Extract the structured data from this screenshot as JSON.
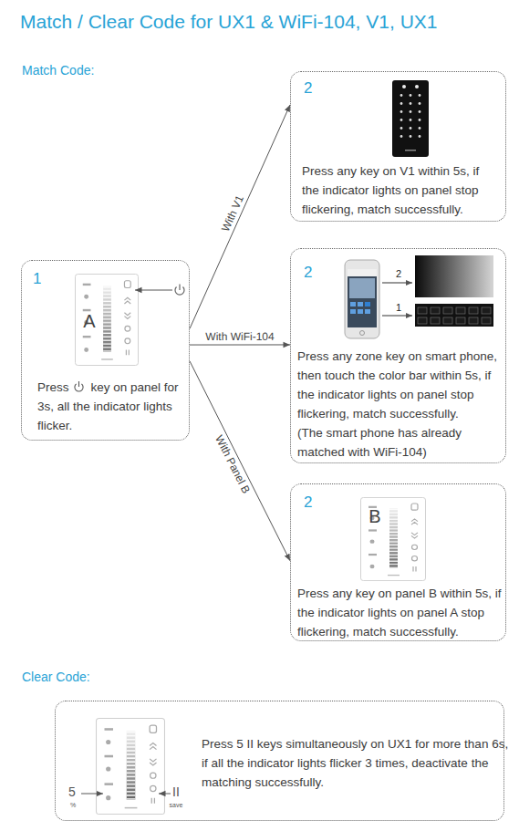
{
  "diagram": {
    "title": "Match / Clear Code for UX1 & WiFi-104, V1, UX1",
    "nodes": [
      {
        "text": [
          "1",
          "Press",
          "key on panel for 3s, all the indicator lights flicker."
        ]
      },
      {
        "text": [
          "2",
          "Press any key on V1 within 5s, if the indicator lights on panel stop flickering, match successfully."
        ]
      },
      {
        "text": [
          "2",
          "Press any zone key on smart phone, then touch the color bar within 5s, if the indicator lights on panel stop flickering, match successfully.",
          "(The smart phone has already matched with WiFi-104)"
        ]
      },
      {
        "text": [
          "2",
          "Press any key on panel B within 5s, if the indicator lights on panel A stop flickering, match successfully."
        ]
      },
      {
        "text": [
          "Press 5 II keys simultaneously on UX1 for more than 6s, if all the indicator lights flicker 3 times, deactivate the matching successfully."
        ]
      }
    ],
    "edges": [
      {
        "from": 0,
        "to": 1,
        "arrow": "to",
        "label": "With V1"
      },
      {
        "from": 0,
        "to": 2,
        "arrow": "to",
        "label": "With WiFi-104"
      },
      {
        "from": 0,
        "to": 3,
        "arrow": "to",
        "label": "With Panel B"
      }
    ],
    "labels": [
      "Match Code:",
      "A",
      "2",
      "1",
      "B",
      "Clear Code:",
      "5",
      "%",
      "II",
      "save"
    ]
  }
}
